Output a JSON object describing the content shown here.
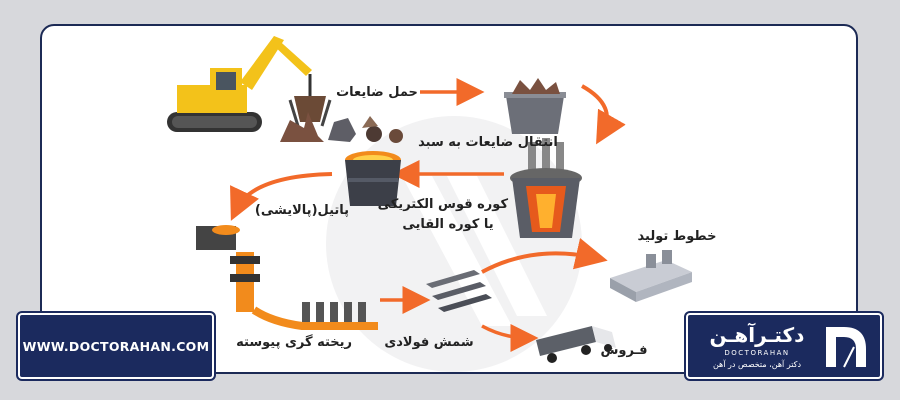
{
  "steps": {
    "scrap_transport": "حمل ضایعات",
    "scrap_to_basket": "انتقال ضایعات به سبد",
    "furnace_line1": "کوره قوس الکتریکی",
    "furnace_line2": "یا کوره القایی",
    "ladle": "پاتیل(پالایشی)",
    "continuous_casting": "ریخته گری پیوسته",
    "steel_billet": "شمش فولادی",
    "production_lines": "خطوط تولید",
    "sales": "فـروش"
  },
  "branding": {
    "website": "WWW.DOCTORAHAN.COM",
    "logo_name_fa": "دکتـرآهـن",
    "logo_name_en": "DOCTORAHAN",
    "logo_tagline": "دکتر آهن، متخصص در آهن"
  },
  "colors": {
    "arrow": "#f26a2a",
    "brand": "#1b2a5e",
    "machine": "#f3c21a"
  }
}
